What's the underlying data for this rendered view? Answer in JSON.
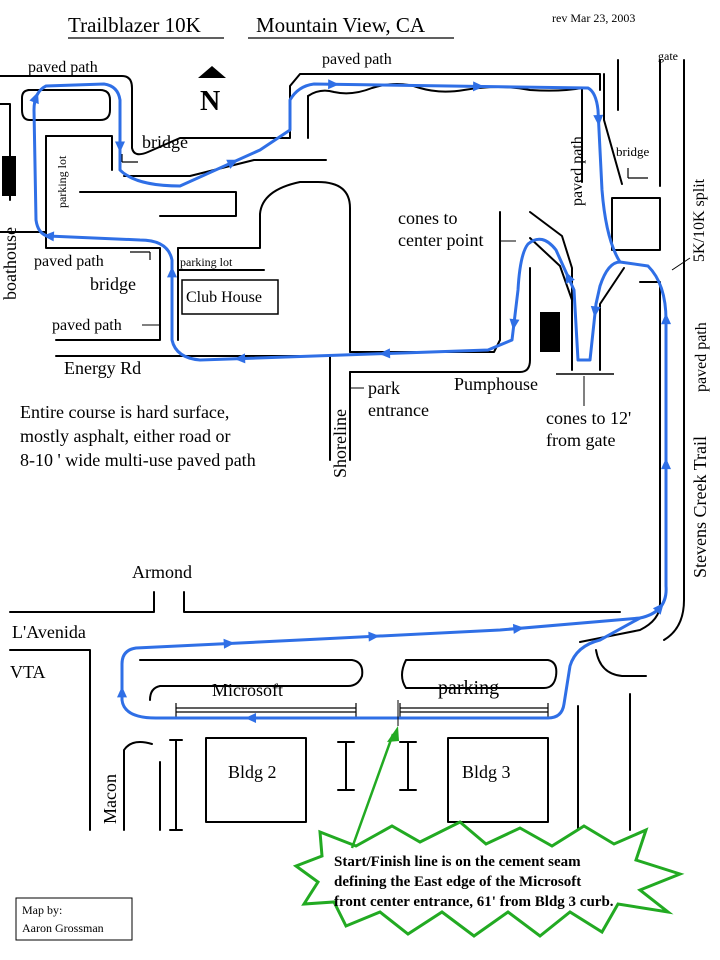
{
  "title": "Trailblazer 10K",
  "location": "Mountain View, CA",
  "revision": "rev Mar 23, 2003",
  "north_label": "N",
  "labels": {
    "gate": "gate",
    "paved_path_top_left": "paved path",
    "paved_path_top_center": "paved path",
    "paved_path_vertical_upper": "paved path",
    "paved_path_right": "paved path",
    "paved_path_left_mid": "paved path",
    "paved_path_left_low": "paved path",
    "bridge_upper": "bridge",
    "bridge_right": "bridge",
    "bridge_left": "bridge",
    "split": "5K/10K split",
    "parking_lot_vertical": "parking lot",
    "parking_lot": "parking lot",
    "boathouse": "boathouse",
    "club_house": "Club House",
    "cones_center_line1": "cones to",
    "cones_center_line2": "center point",
    "pumphouse": "Pumphouse",
    "cones_gate_line1": "cones to 12'",
    "cones_gate_line2": "from gate",
    "energy_rd": "Energy Rd",
    "shoreline": "Shoreline",
    "park_entrance_line1": "park",
    "park_entrance_line2": "entrance",
    "surface_note_line1": "Entire course is hard surface,",
    "surface_note_line2": "mostly asphalt,  either road or",
    "surface_note_line3": "8-10 ' wide multi-use paved path",
    "stevens_creek_trail": "Stevens Creek Trail",
    "armond": "Armond",
    "lavenida": "L'Avenida",
    "vta": "VTA",
    "microsoft": "Microsoft",
    "parking": "parking",
    "bldg2": "Bldg 2",
    "bldg3": "Bldg 3",
    "macon": "Macon"
  },
  "callout": {
    "line1": "Start/Finish line is on the cement seam",
    "line2": "defining the East edge of the Microsoft",
    "line3": "front center entrance, 61' from Bldg 3 curb."
  },
  "credit": {
    "line1": "Map by:",
    "line2": "Aaron Grossman"
  },
  "colors": {
    "route": "#2f6fe6",
    "callout_border": "#22aa22",
    "callout_arrow": "#22aa22",
    "building_fill": "#000000"
  }
}
